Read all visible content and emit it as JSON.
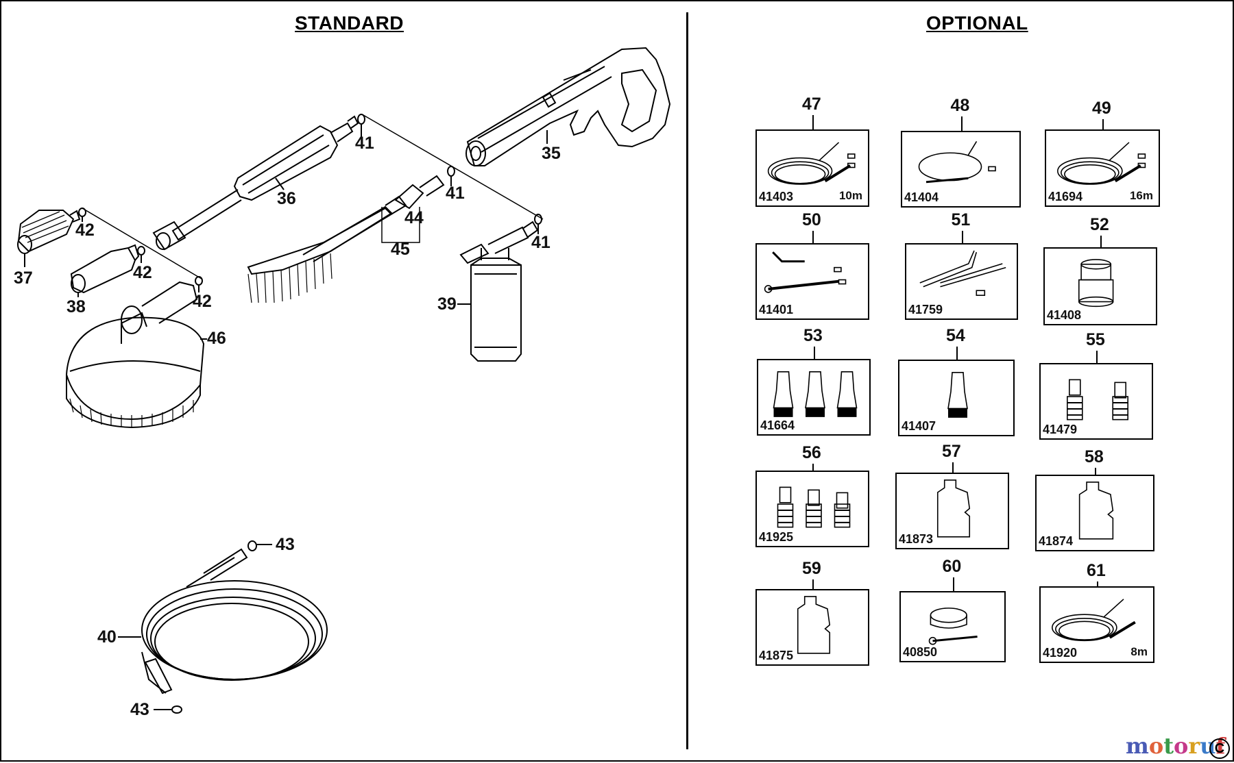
{
  "sections": {
    "standard": "STANDARD",
    "optional": "OPTIONAL"
  },
  "standard_labels": {
    "p35": "35",
    "p36": "36",
    "p37": "37",
    "p38": "38",
    "p39": "39",
    "p40": "40",
    "p41a": "41",
    "p41b": "41",
    "p41c": "41",
    "p42a": "42",
    "p42b": "42",
    "p42c": "42",
    "p43a": "43",
    "p43b": "43",
    "p44": "44",
    "p45": "45",
    "p46": "46"
  },
  "optional_items": [
    {
      "num": "47",
      "code": "41403",
      "length": "10m"
    },
    {
      "num": "48",
      "code": "41404",
      "length": ""
    },
    {
      "num": "49",
      "code": "41694",
      "length": "16m"
    },
    {
      "num": "50",
      "code": "41401",
      "length": ""
    },
    {
      "num": "51",
      "code": "41759",
      "length": ""
    },
    {
      "num": "52",
      "code": "41408",
      "length": ""
    },
    {
      "num": "53",
      "code": "41664",
      "length": ""
    },
    {
      "num": "54",
      "code": "41407",
      "length": ""
    },
    {
      "num": "55",
      "code": "41479",
      "length": ""
    },
    {
      "num": "56",
      "code": "41925",
      "length": ""
    },
    {
      "num": "57",
      "code": "41873",
      "length": ""
    },
    {
      "num": "58",
      "code": "41874",
      "length": ""
    },
    {
      "num": "59",
      "code": "41875",
      "length": ""
    },
    {
      "num": "60",
      "code": "40850",
      "length": ""
    },
    {
      "num": "61",
      "code": "41920",
      "length": "8m"
    }
  ],
  "watermark": {
    "logo_letters": [
      "m",
      "o",
      "t",
      "o",
      "r",
      "u",
      "f"
    ],
    "logo_colors": [
      "#4a5bb5",
      "#e0623b",
      "#3a9a4a",
      "#c43a8a",
      "#d8a020",
      "#3a7ac8",
      "#d04040"
    ],
    "mark": "C"
  }
}
